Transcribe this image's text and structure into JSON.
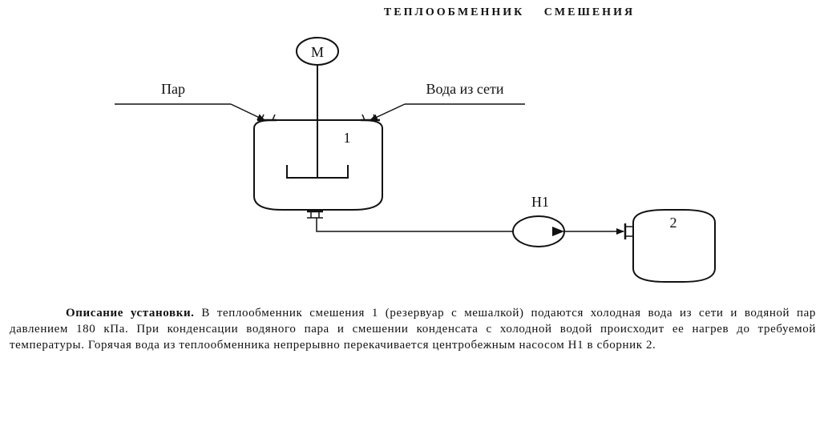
{
  "title": "ТЕПЛООБМЕННИК СМЕШЕНИЯ",
  "labels": {
    "motor": "М",
    "steam_inlet": "Пар",
    "water_inlet": "Вода из сети",
    "tank_number": "1",
    "pump": "Н1",
    "receiver_number": "2"
  },
  "description": {
    "lead": "Описание установки.",
    "text": "В теплообменник смешения 1 (резервуар с мешалкой) подаются холодная вода из сети и водяной пар давлением 180 кПа. При конденсации водяного пара и смешении конденсата с холодной водой происходит ее нагрев до требуемой температуры. Горячая вода из теплообменника непрерывно перекачивается центробежным насосом Н1 в сборник 2."
  }
}
